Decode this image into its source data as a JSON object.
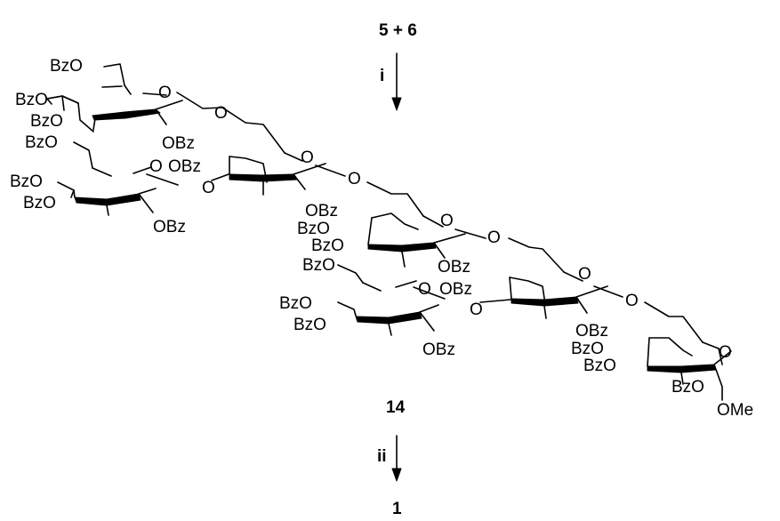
{
  "scheme": {
    "reactants_label": "5 + 6",
    "step1_label": "i",
    "intermediate_label": "14",
    "step2_label": "ii",
    "product_label": "1"
  },
  "units": [
    {
      "name": "ring-1",
      "labels": {
        "ring_o": "O",
        "c6_sub": "BzO",
        "c4_sub": "BzO",
        "c3_sub": "BzO",
        "c2_sub": "OBz",
        "link_o": "O"
      }
    },
    {
      "name": "ring-2",
      "labels": {
        "c6_sub": "BzO",
        "c4_sub": "BzO",
        "c3_sub": "BzO",
        "ring_o": "O",
        "c2_sub": "OBz"
      }
    },
    {
      "name": "ring-3",
      "labels": {
        "ring_o": "O",
        "c4_sub": "OBz",
        "c3_o": "O",
        "c2_sub": "OBz",
        "link_o": "O"
      }
    },
    {
      "name": "ring-4",
      "labels": {
        "ring_o": "O",
        "c4_sub": "BzO",
        "c3_sub": "BzO",
        "c2_sub": "OBz",
        "link_o": "O"
      }
    },
    {
      "name": "ring-5",
      "labels": {
        "c6_sub": "BzO",
        "c4_sub": "BzO",
        "c3_sub": "BzO",
        "ring_o": "O",
        "c2_sub": "OBz"
      }
    },
    {
      "name": "ring-6",
      "labels": {
        "ring_o": "O",
        "c4_sub": "OBz",
        "c3_o": "O",
        "c2_sub": "OBz",
        "link_o": "O"
      }
    },
    {
      "name": "ring-7",
      "labels": {
        "ring_o": "O",
        "c4_sub": "BzO",
        "c3_sub": "BzO",
        "c2_sub": "BzO",
        "c1_sub": "OMe"
      }
    }
  ]
}
